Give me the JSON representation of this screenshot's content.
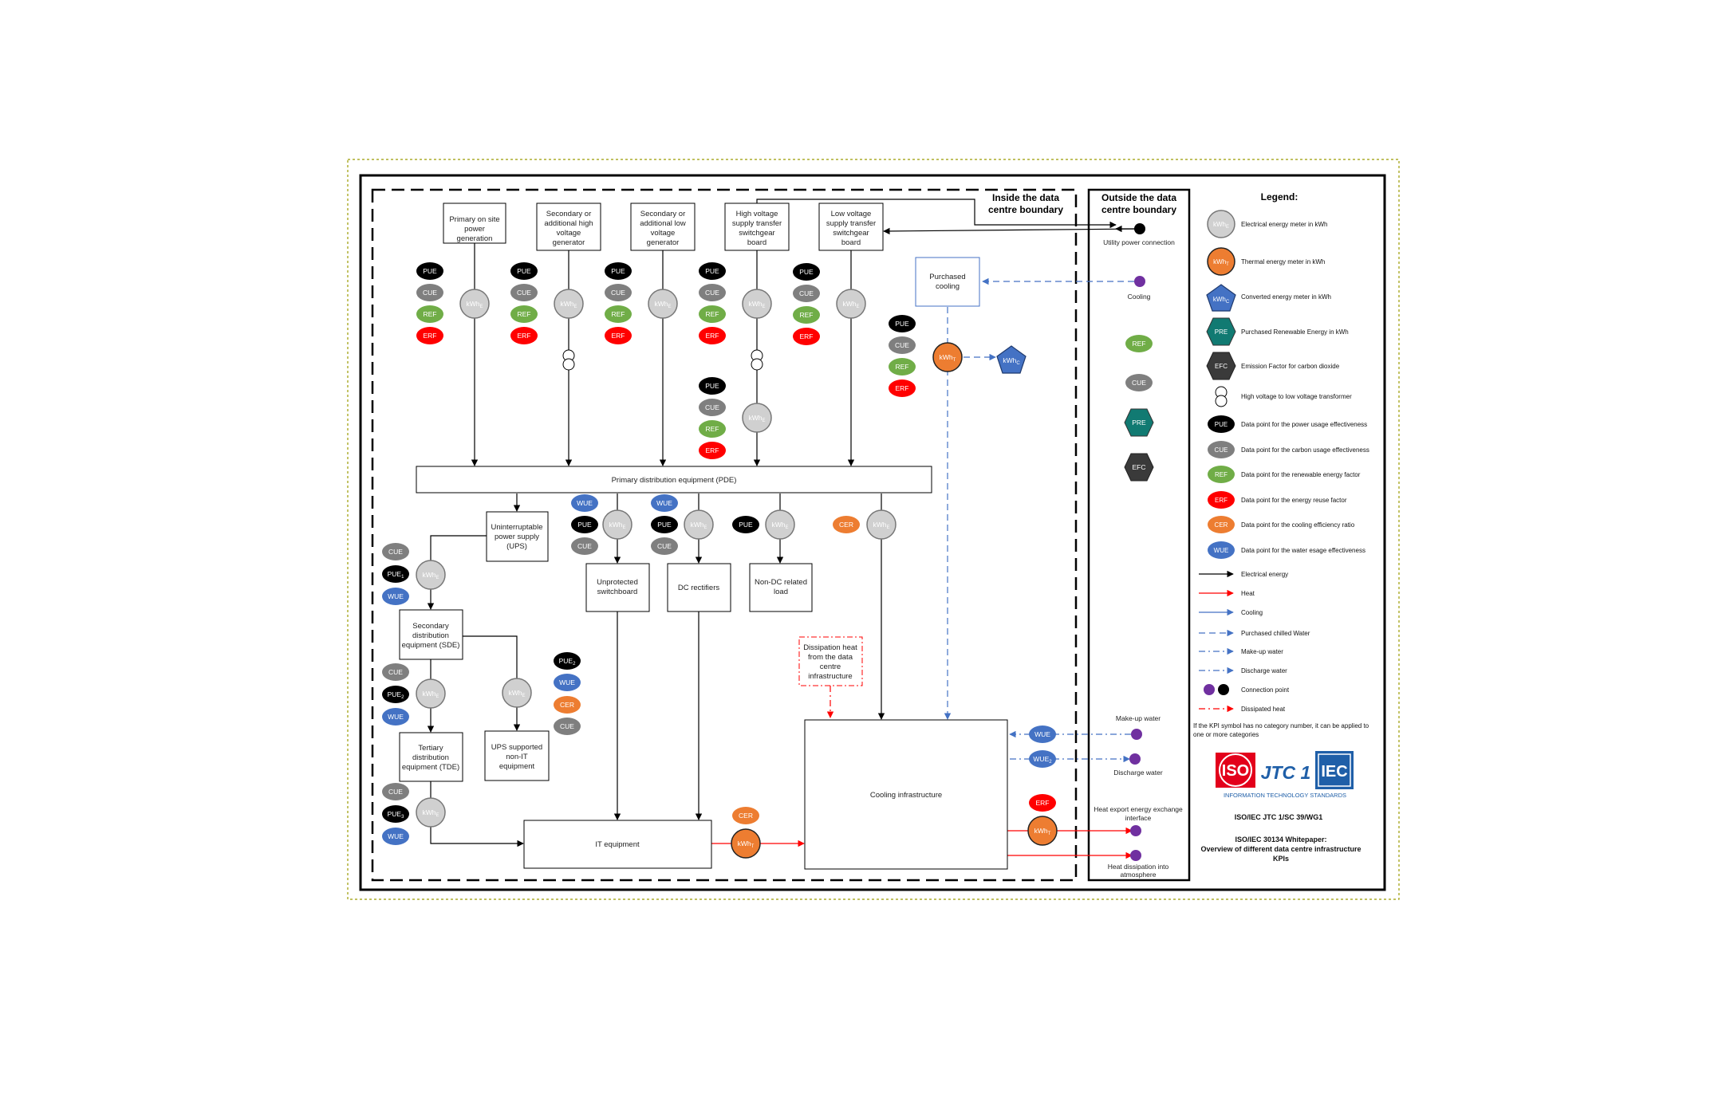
{
  "regions": {
    "inside_title_1": "Inside the data",
    "inside_title_2": "centre boundary",
    "outside_title_1": "Outside the data",
    "outside_title_2": "centre boundary"
  },
  "colors": {
    "pue": "#000000",
    "cue": "#7f7f7f",
    "ref": "#70ad47",
    "erf": "#ff0000",
    "cer": "#ed7d31",
    "wue": "#4472c4",
    "pre": "#117a72",
    "efc": "#3a3a3a",
    "meter_grey": "#d0d0d0",
    "meter_orange": "#ed7d31",
    "meter_blue": "#4472c4",
    "connection_purple": "#7030a0",
    "electrical_line": "#000000",
    "heat_line": "#ff0000",
    "cooling_line": "#4472c4"
  },
  "boxes": {
    "primary_onsite": [
      "Primary on site",
      "power",
      "generation"
    ],
    "secondary_hv": [
      "Secondary or",
      "additional high",
      "voltage",
      "generator"
    ],
    "secondary_lv": [
      "Secondary or",
      "additional low",
      "voltage",
      "generator"
    ],
    "hv_switchgear": [
      "High voltage",
      "supply transfer",
      "switchgear",
      "board"
    ],
    "lv_switchgear": [
      "Low voltage",
      "supply transfer",
      "switchgear",
      "board"
    ],
    "purchased_cooling": [
      "Purchased",
      "cooling"
    ],
    "pde": [
      "Primary distribution equipment (PDE)"
    ],
    "ups": [
      "Uninterruptable",
      "power supply",
      "(UPS)"
    ],
    "unprotected": [
      "Unprotected",
      "switchboard"
    ],
    "dc_rectifiers": [
      "DC rectifiers"
    ],
    "non_dc": [
      "Non-DC related",
      "load"
    ],
    "sde": [
      "Secondary",
      "distribution",
      "equipment (SDE)"
    ],
    "tde": [
      "Tertiary",
      "distribution",
      "equipment (TDE)"
    ],
    "ups_non_it": [
      "UPS supported",
      "non-IT",
      "equipment"
    ],
    "dissipation": [
      "Dissipation heat",
      "from the data",
      "centre",
      "infrastructure"
    ],
    "cooling_infra": [
      "Cooling infrastructure"
    ],
    "it_equipment": [
      "IT equipment"
    ]
  },
  "outside_labels": {
    "utility": "Utility power connection",
    "cooling": "Cooling",
    "makeup": "Make-up water",
    "discharge": "Discharge water",
    "heat_export": [
      "Heat export energy exchange",
      "interface"
    ],
    "heat_dissipation": [
      "Heat dissipation into",
      "atmosphere"
    ]
  },
  "kpi": {
    "pue": "PUE",
    "cue": "CUE",
    "ref": "REF",
    "erf": "ERF",
    "cer": "CER",
    "wue": "WUE",
    "pre": "PRE",
    "efc": "EFC",
    "pue_sub_1": "1",
    "pue_sub_2": "2",
    "pue_sub_3": "3",
    "wue_sub_2": "2"
  },
  "meters": {
    "main": "kWh",
    "sub_e": "E",
    "sub_t": "T",
    "sub_c": "C"
  },
  "legend": {
    "title": "Legend:",
    "items": [
      "Electrical energy meter in kWh",
      "Thermal energy meter in kWh",
      "Converted energy meter in kWh",
      "Purchased Renewable Energy in kWh",
      "Emission Factor for carbon dioxide",
      "High voltage to low voltage transformer",
      "Data point for the power usage effectiveness",
      "Data point for the carbon usage effectiveness",
      "Data point for the renewable energy factor",
      "Data point for the energy reuse factor",
      "Data point for the cooling efficiency ratio",
      "Data point for the water esage effectiveness"
    ],
    "lines": [
      "Electrical energy",
      "Heat",
      "Cooling",
      "Purchased chilled Water",
      "Make-up water",
      "Discharge water",
      "Connection point",
      "Dissipated heat"
    ],
    "note": [
      "If the KPI symbol has no category number, it can be applied to",
      "one or more categories"
    ]
  },
  "logo": {
    "iso": "ISO",
    "jtc": "JTC 1",
    "iec": "IEC",
    "tagline": "INFORMATION TECHNOLOGY STANDARDS"
  },
  "footer": {
    "org": "ISO/IEC JTC 1/SC 39/WG1",
    "title": "ISO/IEC 30134 Whitepaper:",
    "subtitle_1": "Overview of different data centre infrastructure",
    "subtitle_2": "KPIs"
  }
}
